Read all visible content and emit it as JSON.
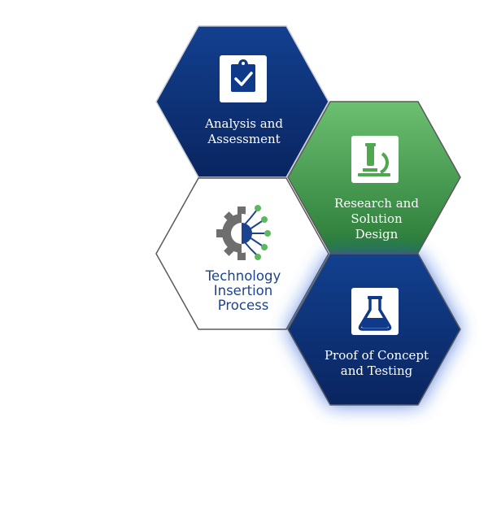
{
  "diagram": {
    "hexagons": [
      {
        "id": "analysis",
        "line1": "Analysis and",
        "line2": "Assessment",
        "line3": "",
        "icon": "clipboard-check-icon",
        "fill": "navy"
      },
      {
        "id": "research",
        "line1": "Research and",
        "line2": "Solution",
        "line3": "Design",
        "icon": "microscope-icon",
        "fill": "green"
      },
      {
        "id": "center",
        "line1": "Technology",
        "line2": "Insertion",
        "line3": "Process",
        "icon": "gear-circuit-icon",
        "fill": "white"
      },
      {
        "id": "proof",
        "line1": "Proof of Concept",
        "line2": "and Testing",
        "line3": "",
        "icon": "flask-icon",
        "fill": "navy"
      }
    ],
    "colors": {
      "navy_top": "#0f3a8a",
      "navy_bottom": "#0a2763",
      "green_top": "#64ba68",
      "green_bottom": "#2e7f3c",
      "center_text": "#1d4390",
      "gear_gray": "#6e6e6e",
      "circuit_green": "#5cb85c",
      "glow": "#1f55d6"
    }
  }
}
